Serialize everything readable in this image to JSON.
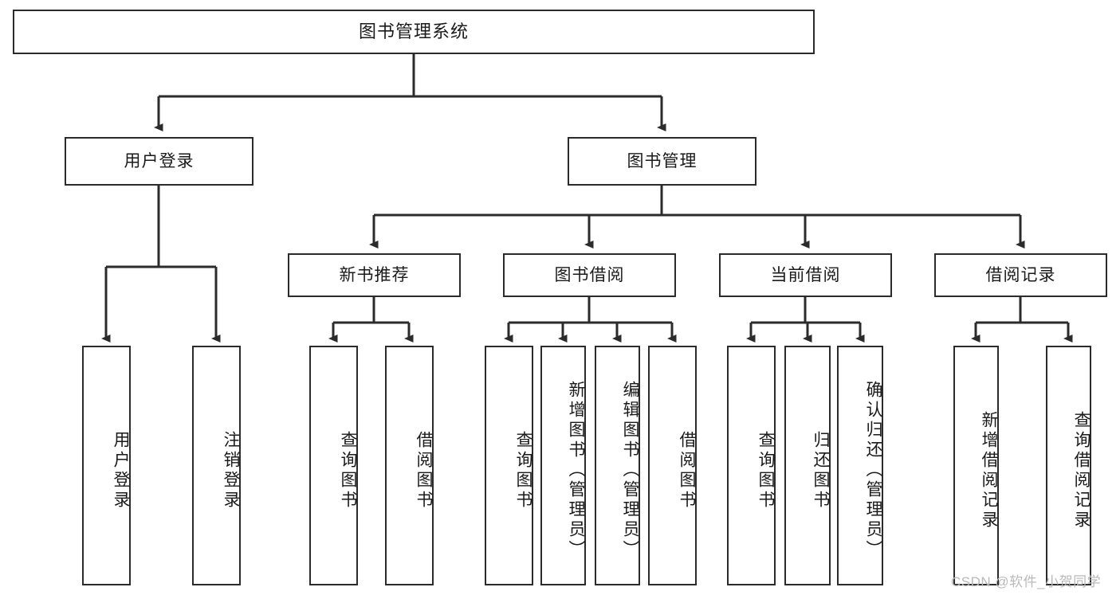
{
  "diagram": {
    "title": "图书管理系统",
    "watermark": "CSDN @软件_小贺同学",
    "accent_color": "#2b2b2b",
    "background_color": "#ffffff",
    "root": {
      "label": "图书管理系统",
      "name": "root-node"
    },
    "level1": [
      {
        "label": "用户登录",
        "name": "node-user-login"
      },
      {
        "label": "图书管理",
        "name": "node-book-management"
      }
    ],
    "level2": [
      {
        "label": "新书推荐",
        "name": "node-new-book-recommend"
      },
      {
        "label": "图书借阅",
        "name": "node-book-borrow"
      },
      {
        "label": "当前借阅",
        "name": "node-current-borrow"
      },
      {
        "label": "借阅记录",
        "name": "node-borrow-record"
      }
    ],
    "leaves": {
      "user_login": [
        {
          "label": "用户登录",
          "name": "leaf-user-login"
        },
        {
          "label": "注销登录",
          "name": "leaf-logout"
        }
      ],
      "new_book_recommend": [
        {
          "label": "查询图书",
          "name": "leaf-query-book-1"
        },
        {
          "label": "借阅图书",
          "name": "leaf-borrow-book-1"
        }
      ],
      "book_borrow": [
        {
          "label": "查询图书",
          "name": "leaf-query-book-2"
        },
        {
          "label": "新增图书（管理员）",
          "name": "leaf-add-book-admin"
        },
        {
          "label": "编辑图书（管理员）",
          "name": "leaf-edit-book-admin"
        },
        {
          "label": "借阅图书",
          "name": "leaf-borrow-book-2"
        }
      ],
      "current_borrow": [
        {
          "label": "查询图书",
          "name": "leaf-query-book-3"
        },
        {
          "label": "归还图书",
          "name": "leaf-return-book"
        },
        {
          "label": "确认归还（管理员）",
          "name": "leaf-confirm-return-admin"
        }
      ],
      "borrow_record": [
        {
          "label": "新增借阅记录",
          "name": "leaf-add-borrow-record"
        },
        {
          "label": "查询借阅记录",
          "name": "leaf-query-borrow-record"
        }
      ]
    }
  }
}
